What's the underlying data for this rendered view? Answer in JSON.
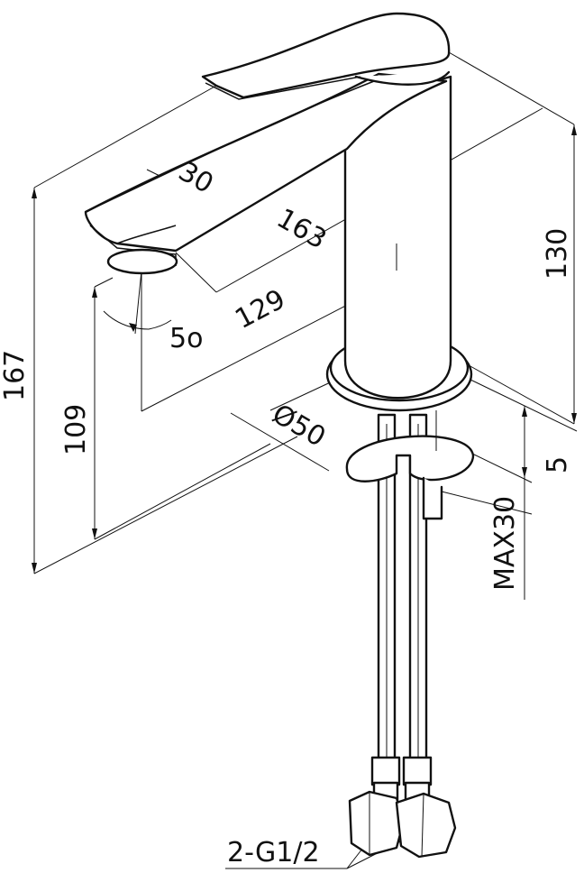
{
  "dimensions": {
    "spout_width": "30",
    "spout_length": "163",
    "height_total": "167",
    "body_height": "130",
    "outlet_height": "109",
    "reach": "129",
    "angle": "5o",
    "base_diameter": "Ø50",
    "washer_thickness": "5",
    "counter_max": "MAX30",
    "connection": "2-G1/2"
  },
  "colors": {
    "line": "#111111",
    "background": "#ffffff"
  }
}
